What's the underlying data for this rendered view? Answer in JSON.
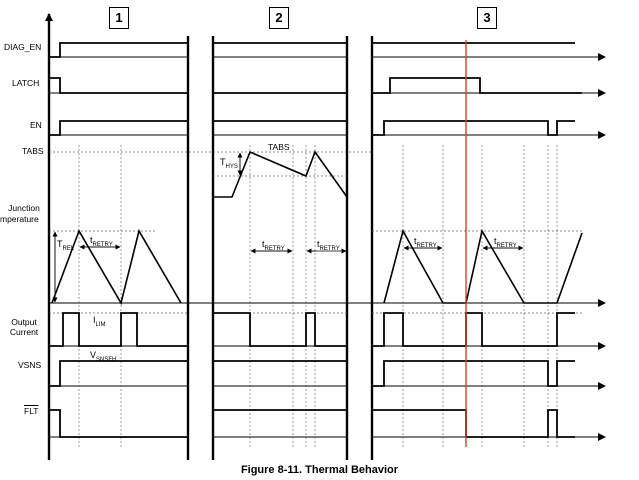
{
  "signals": {
    "diag_en": "DIAG_EN",
    "latch": "LATCH",
    "en": "EN",
    "tabs": "TABS",
    "junction_line1": "Junction",
    "junction_line2": "mperature",
    "output_line1": "Output",
    "output_line2": "Current",
    "vsns": "VSNS",
    "flt": "FLT"
  },
  "panels": [
    "1",
    "2",
    "3"
  ],
  "annotations": {
    "trel": "T",
    "trel_sub": "REL",
    "tretry": "t",
    "tretry_sub": "RETRY",
    "thys": "T",
    "thys_sub": "HYS",
    "tabs": "TABS",
    "ilim": "I",
    "ilim_sub": "LIM",
    "vsnsfh": "V",
    "vsnsfh_sub": "SNSFH"
  },
  "caption": "Figure 8-11. Thermal Behavior",
  "colors": {
    "line": "#000000",
    "dashed": "#555555",
    "marker": "#e03a2f"
  }
}
